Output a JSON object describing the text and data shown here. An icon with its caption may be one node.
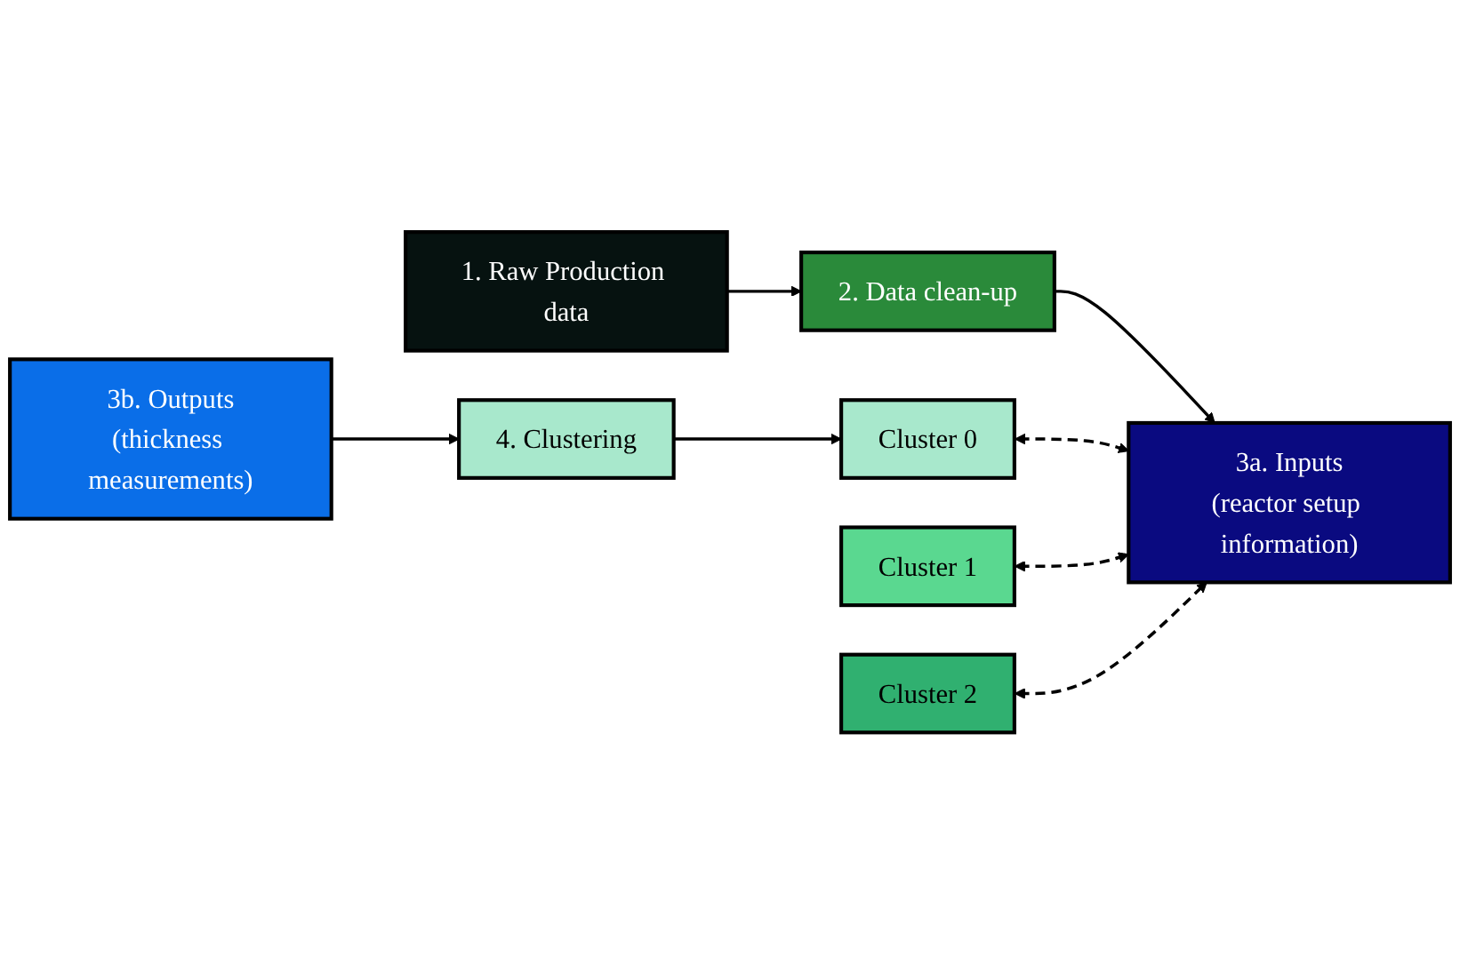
{
  "diagram": {
    "nodes": [
      {
        "text": [
          "1. Raw Production data"
        ]
      },
      {
        "text": [
          "2. Data clean-up"
        ]
      },
      {
        "text": [
          "3a. Inputs",
          "(reactor setup information)"
        ]
      },
      {
        "text": [
          "3b. Outputs",
          "(thickness measurements)"
        ]
      },
      {
        "text": [
          "4. Clustering"
        ]
      },
      {
        "text": [
          "Cluster 0"
        ]
      },
      {
        "text": [
          "Cluster 1"
        ]
      },
      {
        "text": [
          "Cluster 2"
        ]
      }
    ],
    "edges": [
      {
        "from": 0,
        "to": 1,
        "arrow": "to"
      },
      {
        "from": 1,
        "to": 2,
        "arrow": "to"
      },
      {
        "from": 3,
        "to": 4,
        "arrow": "to"
      },
      {
        "from": 4,
        "to": 5,
        "arrow": "to"
      },
      {
        "from": 5,
        "to": 2,
        "arrow": "both",
        "style": "dashed"
      },
      {
        "from": 6,
        "to": 2,
        "arrow": "both",
        "style": "dashed"
      },
      {
        "from": 7,
        "to": 2,
        "arrow": "both",
        "style": "dashed"
      }
    ]
  }
}
